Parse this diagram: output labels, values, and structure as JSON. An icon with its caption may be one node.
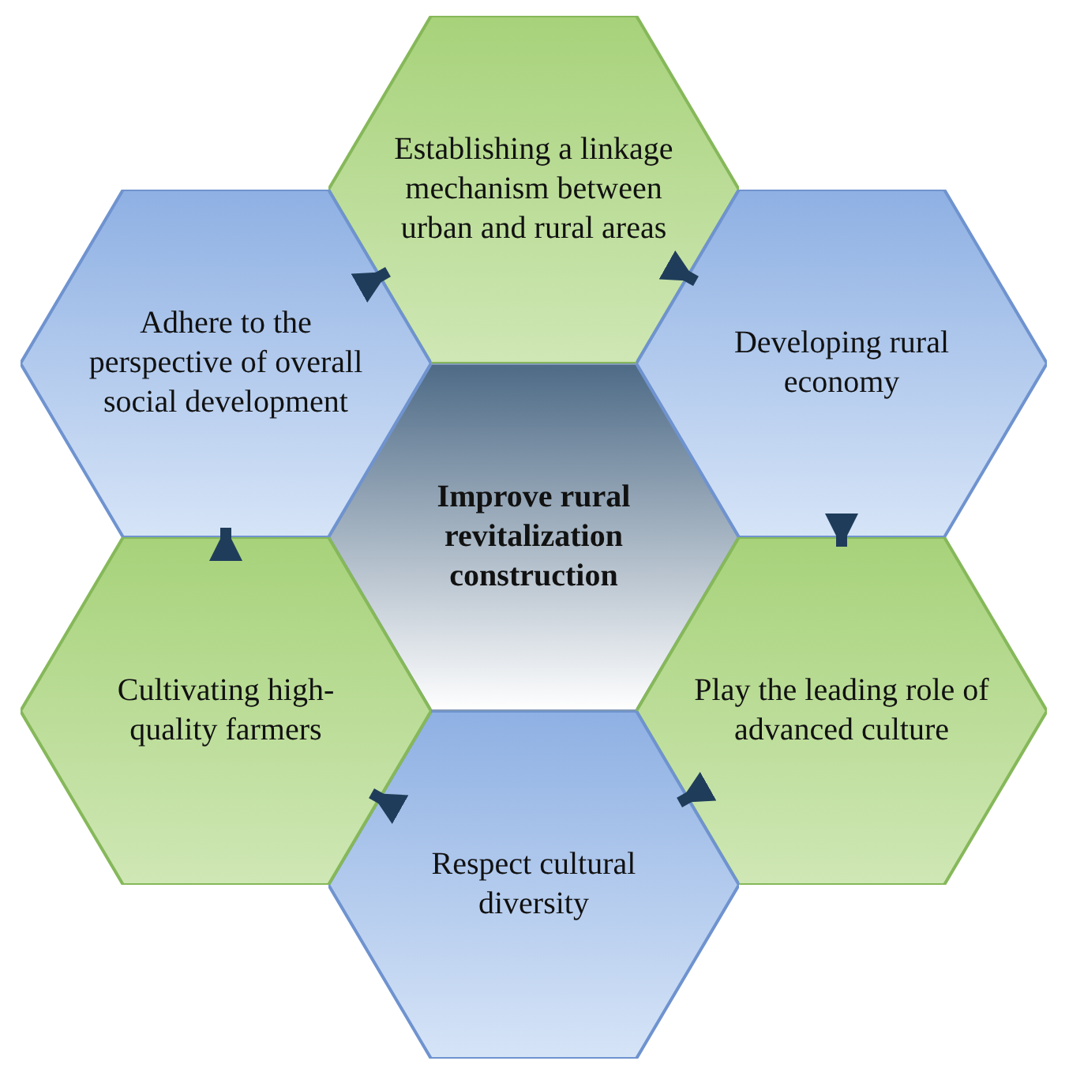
{
  "diagram": {
    "nodes": [
      {
        "text": [
          "Improve rural revitalization construction"
        ]
      },
      {
        "text": [
          "Establishing a linkage mechanism between urban and rural areas"
        ]
      },
      {
        "text": [
          "Developing rural economy"
        ]
      },
      {
        "text": [
          "Play the leading role of advanced culture"
        ]
      },
      {
        "text": [
          "Respect cultural diversity"
        ]
      },
      {
        "text": [
          "Cultivating high-quality farmers"
        ]
      },
      {
        "text": [
          "Adhere to the perspective of overall social development"
        ]
      }
    ],
    "edges": [
      {
        "from": 1,
        "to": 2,
        "arrow": "to"
      },
      {
        "from": 2,
        "to": 3,
        "arrow": "to"
      },
      {
        "from": 3,
        "to": 4,
        "arrow": "to"
      },
      {
        "from": 4,
        "to": 5,
        "arrow": "to"
      },
      {
        "from": 5,
        "to": 6,
        "arrow": "to"
      },
      {
        "from": 6,
        "to": 1,
        "arrow": "to"
      }
    ]
  }
}
